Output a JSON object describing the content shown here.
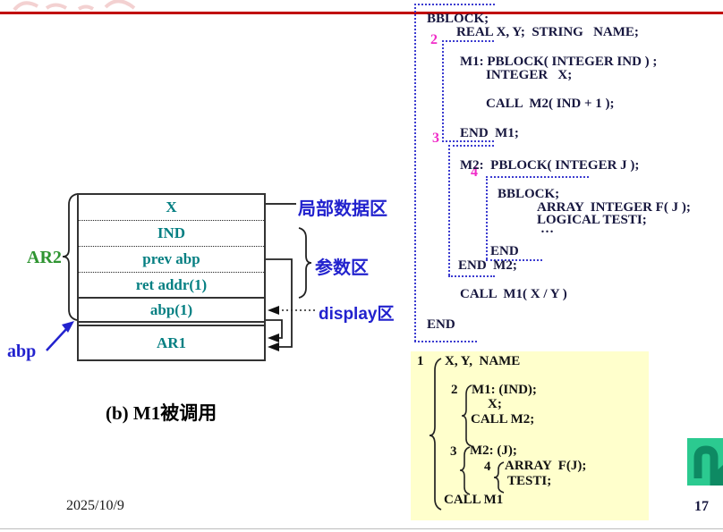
{
  "footer": {
    "date": "2025/10/9",
    "page": "17"
  },
  "stack_diagram": {
    "caption": "(b) M1被调用",
    "frame_label": "AR2",
    "pointer_label": "abp",
    "cells": [
      "X",
      "IND",
      "prev abp",
      "ret addr(1)",
      "abp(1)",
      "AR1"
    ],
    "region_labels": {
      "local_data": "局部数据区",
      "params": "参数区",
      "display": "display区"
    }
  },
  "source_code": {
    "block_numbers": {
      "b2": "2",
      "b3": "3",
      "b4": "4"
    },
    "lines": {
      "l1": "BBLOCK;",
      "l2": "REAL X, Y;  STRING   NAME;",
      "l3": "M1: PBLOCK( INTEGER IND ) ;",
      "l4": "INTEGER   X;",
      "l5": "CALL  M2( IND + 1 );",
      "l6": "END  M1;",
      "l7": "M2:  PBLOCK( INTEGER J );",
      "l8": "BBLOCK;",
      "l9": "ARRAY  INTEGER F( J );",
      "l10": "LOGICAL TESTI;",
      "l11": "…",
      "l12": "END",
      "l13": "END  M2;",
      "l14": "CALL  M1( X / Y )",
      "l15": "END"
    }
  },
  "nesting_box": {
    "numbers": {
      "n1": "1",
      "n2": "2",
      "n3": "3",
      "n4": "4"
    },
    "lines": {
      "l1": "X, Y,  NAME",
      "l2": "M1: (IND);",
      "l3": "X;",
      "l4": "CALL M2;",
      "l5": "M2: (J);",
      "l6": "ARRAY  F(J);",
      "l7": "TESTI;",
      "l8": "CALL M1"
    }
  }
}
